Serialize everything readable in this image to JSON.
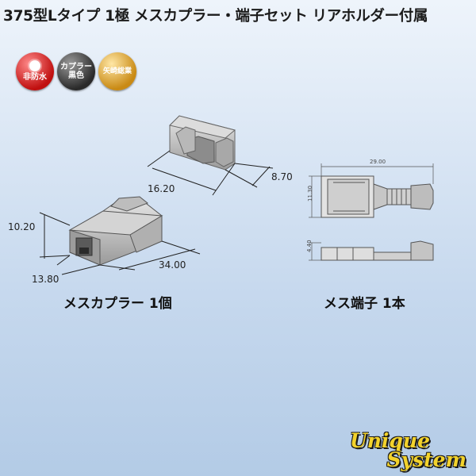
{
  "title": "375型Lタイプ 1極 メスカプラー・端子セット リアホルダー付属",
  "badges": {
    "waterproof": "非防水",
    "coupler_color_line1": "カプラー",
    "coupler_color_line2": "黒色",
    "maker": "矢崎総業"
  },
  "holder_dims": {
    "length": "16.20",
    "depth": "8.70"
  },
  "coupler_dims": {
    "height": "10.20",
    "width": "13.80",
    "length": "34.00"
  },
  "terminal_dims": {
    "length": "29.00",
    "height": "11.30",
    "thickness": "4.40"
  },
  "captions": {
    "coupler": "メスカプラー 1個",
    "terminal": "メス端子 1本"
  },
  "logo": {
    "line1": "Unique",
    "line2": "System"
  }
}
